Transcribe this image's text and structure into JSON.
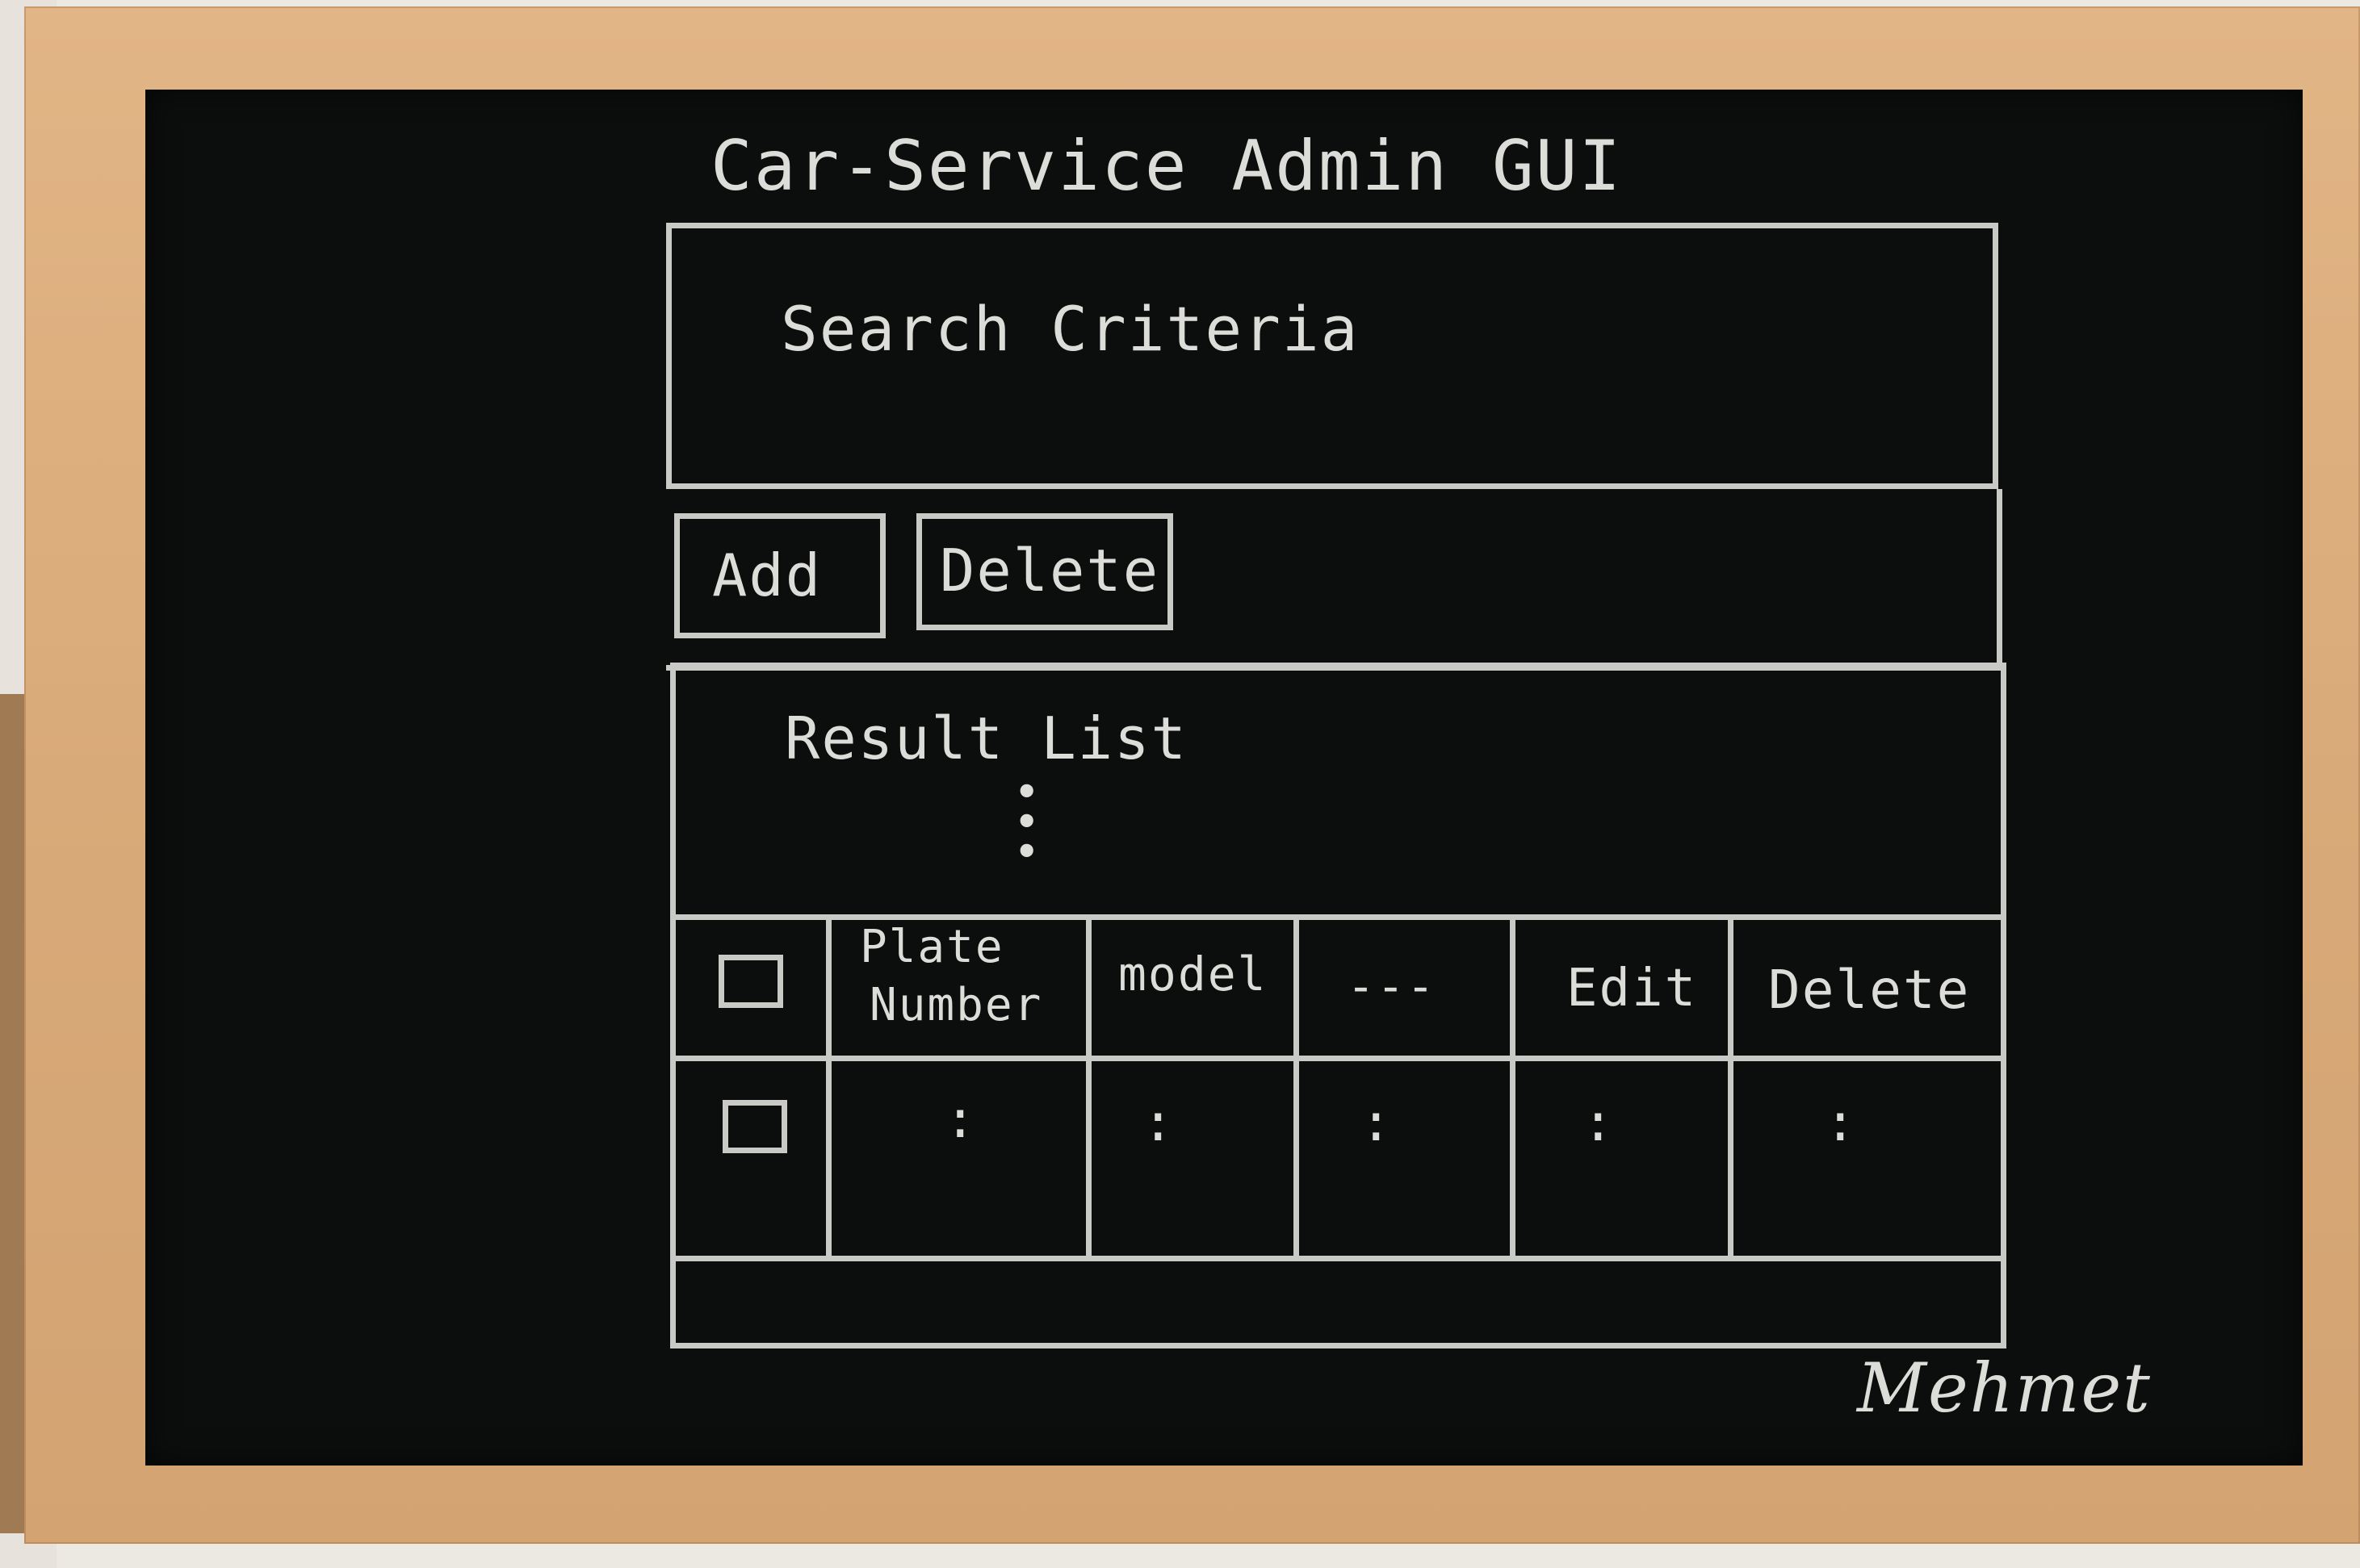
{
  "board": {
    "title": "Car-Service Admin GUI",
    "search_label": "Search Criteria",
    "buttons": {
      "add": "Add",
      "delete": "Delete"
    },
    "result_label": "Result List",
    "table": {
      "headers": [
        "Plate Number",
        "model",
        "---",
        "Edit",
        "Delete"
      ],
      "header_plate_line1": "Plate",
      "header_plate_line2": "Number",
      "row_placeholder": ":"
    },
    "signature": "Mehmet"
  }
}
